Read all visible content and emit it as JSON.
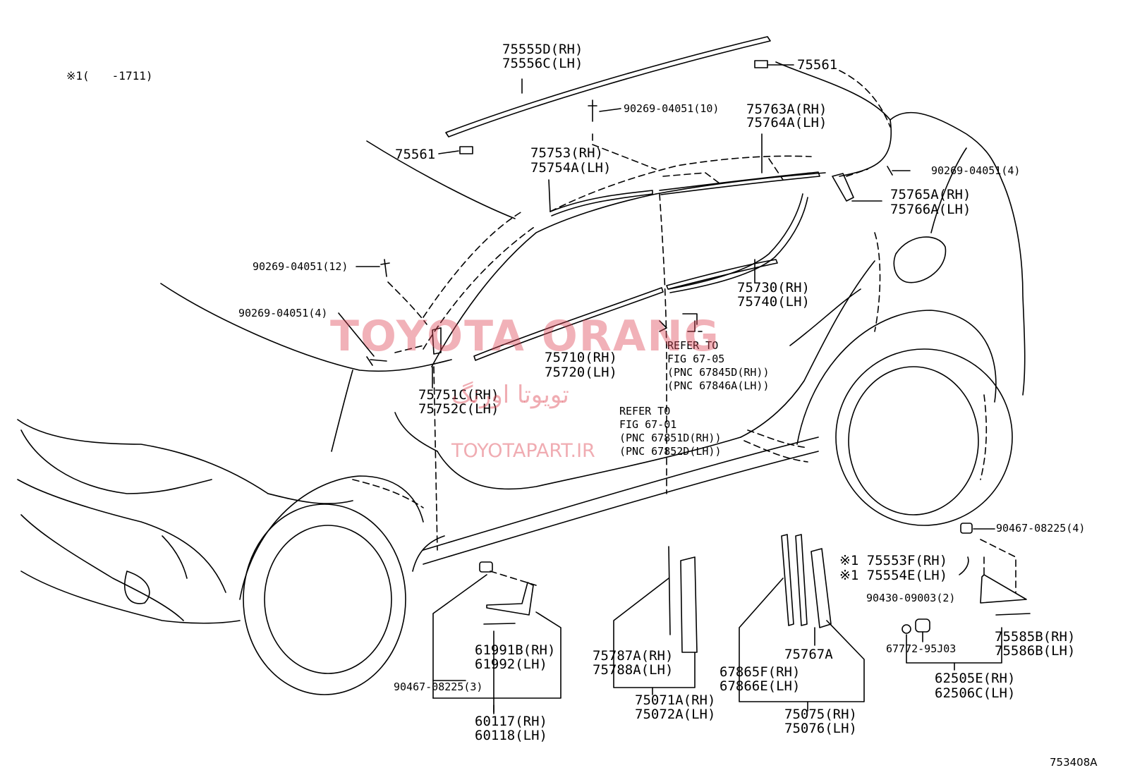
{
  "note": "※1(　　-1711)",
  "watermark": {
    "brand": "TOYOTA ORANG",
    "persian": "تویوتا اورنگ",
    "url": "TOYOTAPART.IR",
    "color": "#de4655"
  },
  "diagram_code": "753408A",
  "parts": {
    "roof_rail": [
      "75555D(RH)",
      "75556C(LH)"
    ],
    "clip_rear": "75561",
    "clip_front": "75561",
    "screw_10": "90269-04051(10)",
    "rear_door_frame": [
      "75763A(RH)",
      "75764A(LH)"
    ],
    "front_door_frame": [
      "75753(RH)",
      "75754A(LH)"
    ],
    "screw_4_rear": "90269-04051(4)",
    "rear_garnish": [
      "75765A(RH)",
      "75766A(LH)"
    ],
    "screw_12": "90269-04051(12)",
    "screw_4_front": "90269-04051(4)",
    "rear_door_molding": [
      "75730(RH)",
      "75740(LH)"
    ],
    "refer_1": [
      "REFER TO",
      "FIG 67-05",
      "(PNC 67845D(RH))",
      "(PNC 67846A(LH))"
    ],
    "front_door_molding": [
      "75710(RH)",
      "75720(LH)"
    ],
    "pillar_garnish": [
      "75751C(RH)",
      "75752C(LH)"
    ],
    "refer_2": [
      "REFER TO",
      "FIG 67-01",
      "(PNC 67851D(RH))",
      "(PNC 67852D(LH))"
    ],
    "clip_4": "90467-08225(4)",
    "star_labels": [
      "※1 75553F(RH)",
      "※1 75554E(LH)"
    ],
    "plug": "90430-09003(2)",
    "grommet": "67772-95J03",
    "rear_quarter": [
      "75585B(RH)",
      "75586B(LH)"
    ],
    "rear_quarter_assy": [
      "62505E(RH)",
      "62506C(LH)"
    ],
    "mudguard_sub": [
      "61991B(RH)",
      "61992(LH)"
    ],
    "clip_3": "90467-08225(3)",
    "mudguard": [
      "60117(RH)",
      "60118(LH)"
    ],
    "b_pillar_tape": [
      "75787A(RH)",
      "75788A(LH)"
    ],
    "b_pillar_assy": [
      "75071A(RH)",
      "75072A(LH)"
    ],
    "c_pillar_tape": [
      "67865F(RH)",
      "67866E(LH)"
    ],
    "c_pillar_single": "75767A",
    "c_pillar_assy": [
      "75075(RH)",
      "75076(LH)"
    ]
  }
}
